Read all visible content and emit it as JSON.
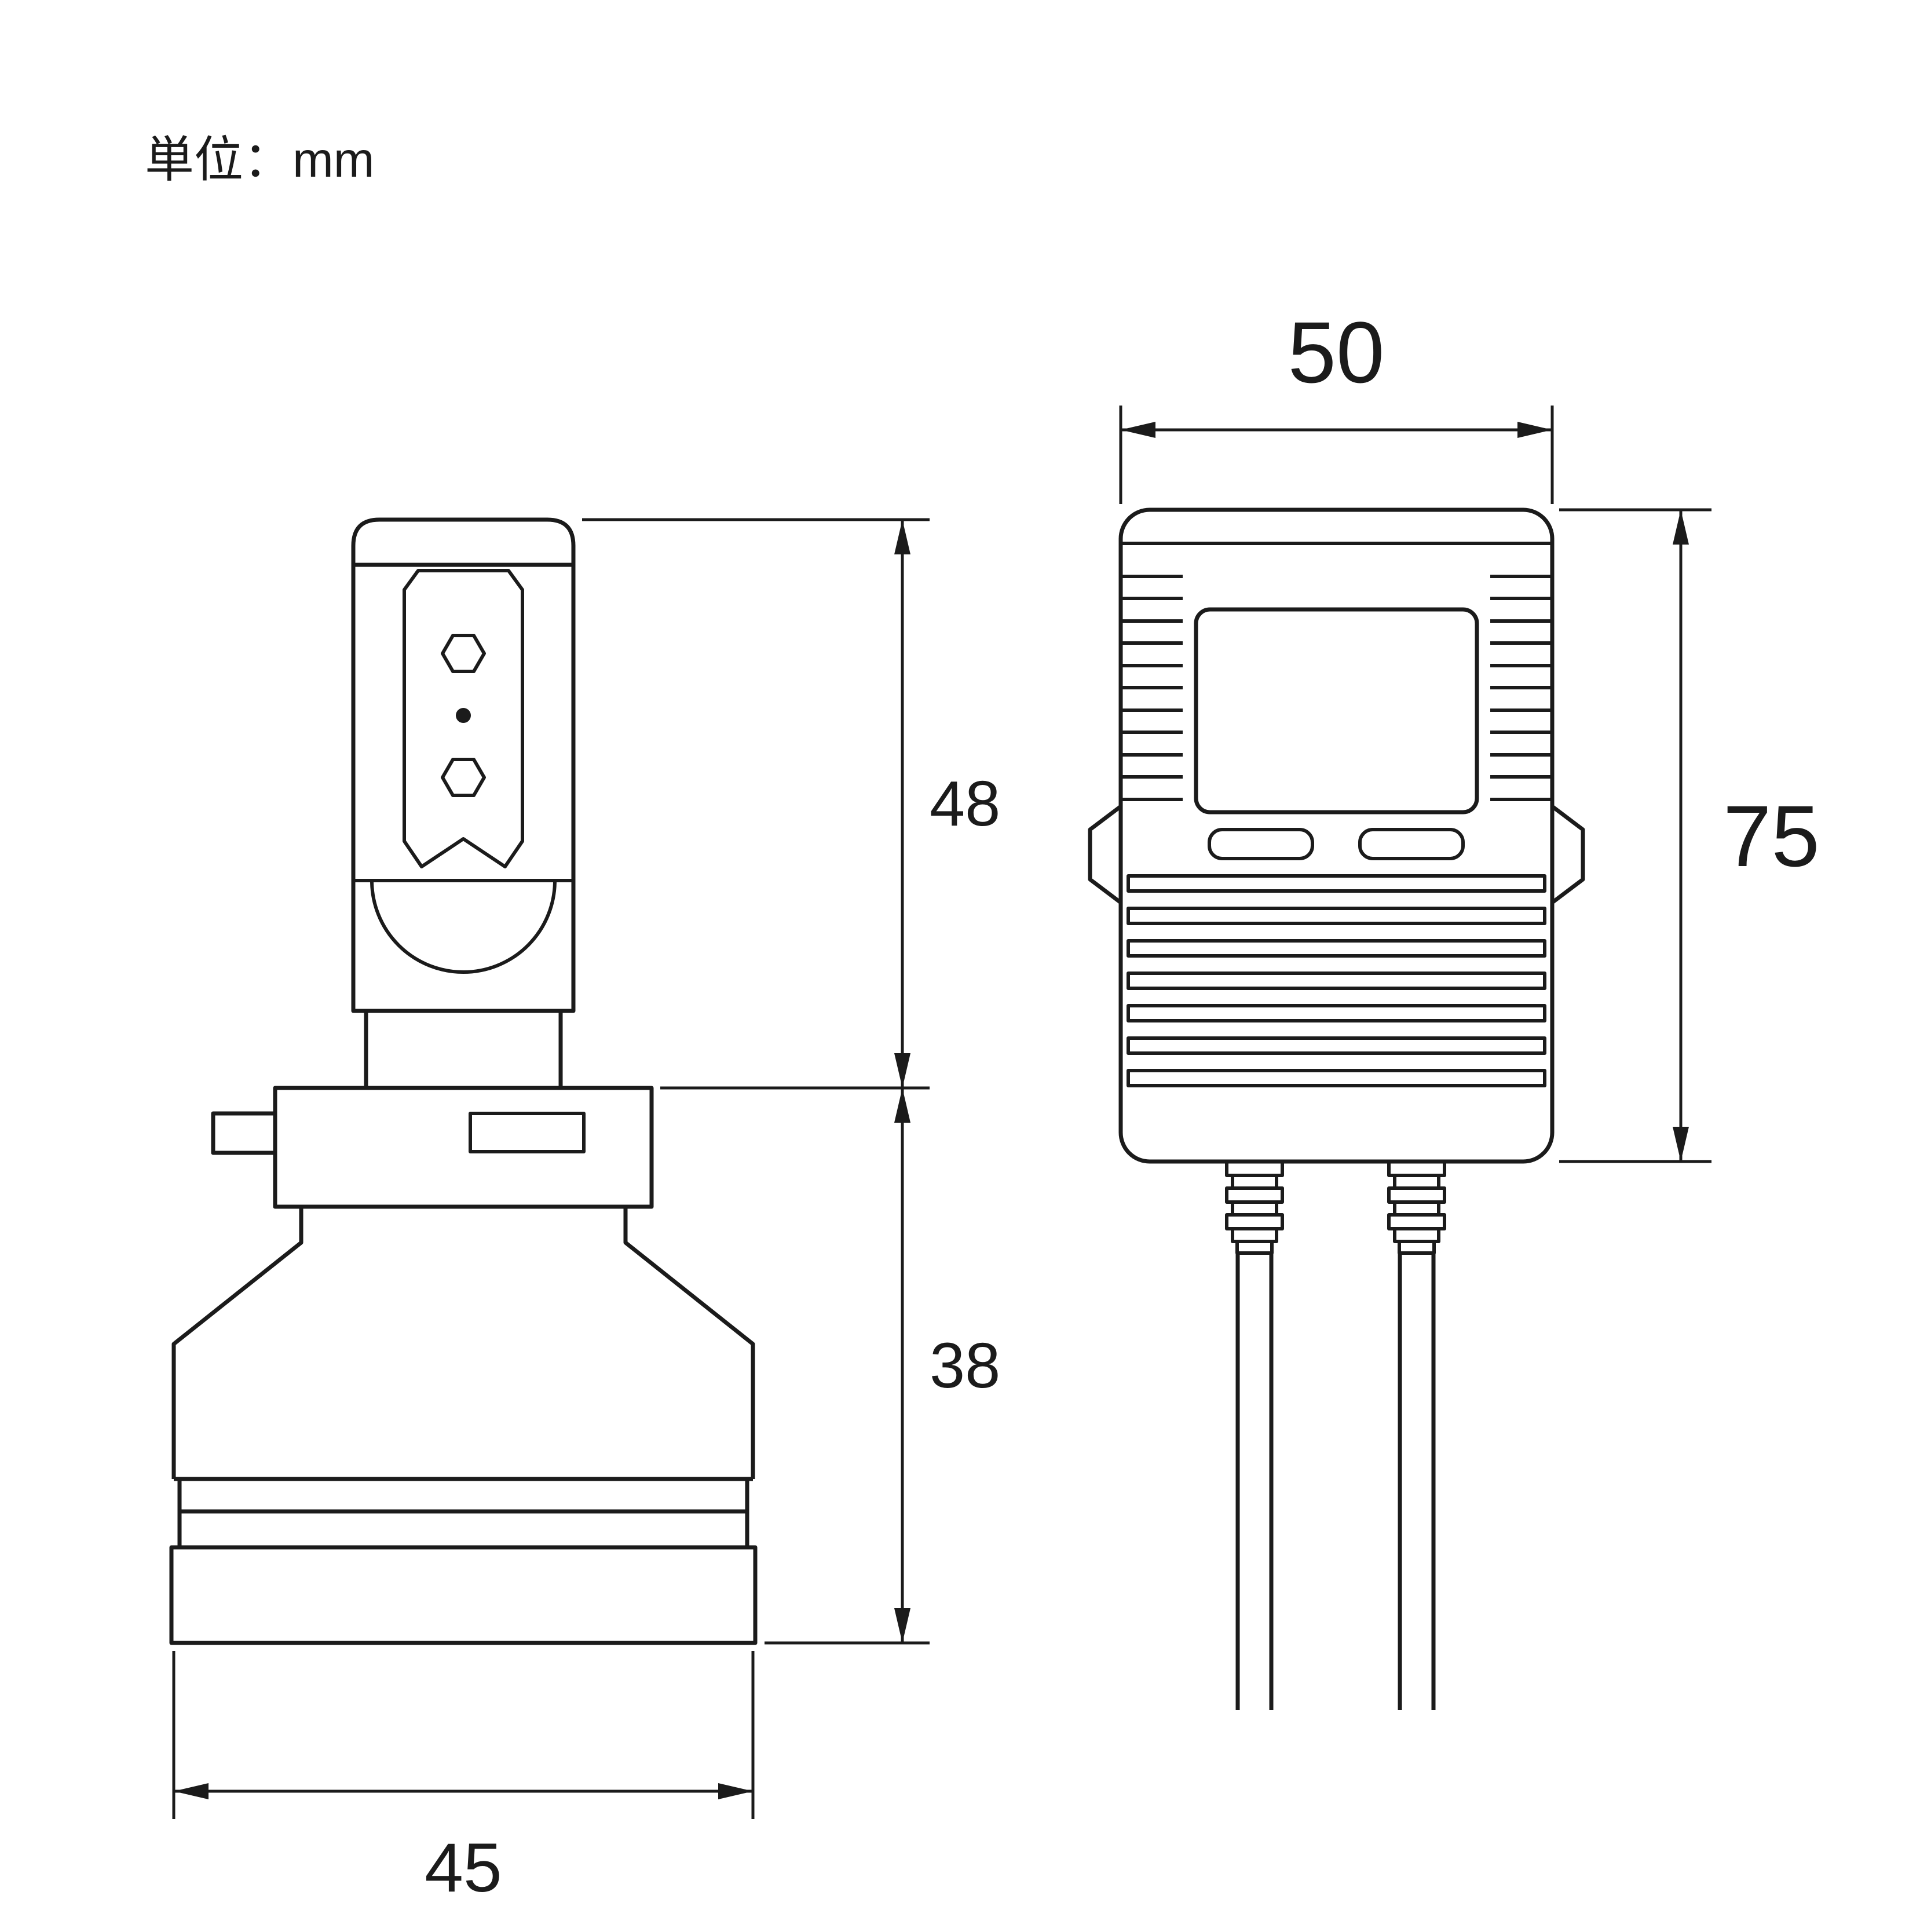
{
  "unit_label": "単位：mm",
  "dimensions": {
    "bulb": {
      "upper_height": "48",
      "lower_height": "38",
      "base_width": "45"
    },
    "driver": {
      "width": "50",
      "height": "75"
    }
  },
  "colors": {
    "line": "#1b1b1b",
    "background": "#ffffff"
  }
}
